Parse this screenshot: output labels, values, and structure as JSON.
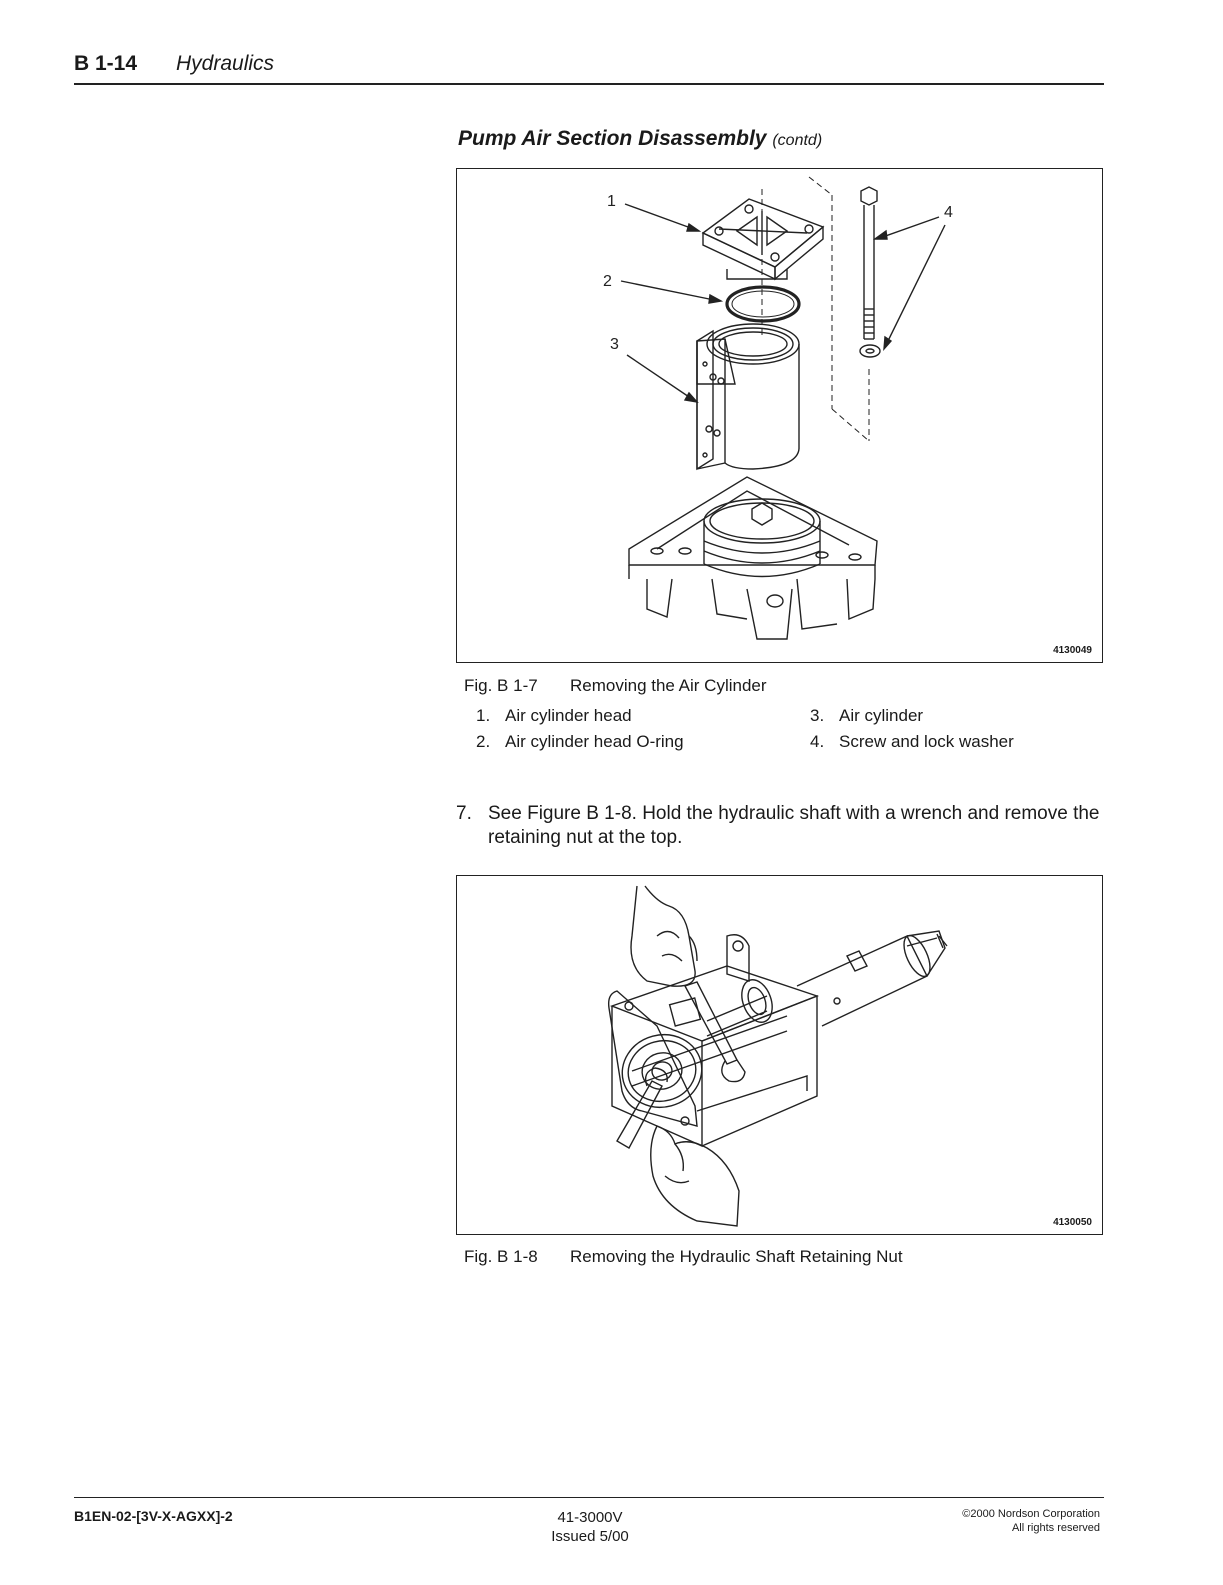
{
  "header": {
    "section": "B 1-14",
    "title": "Hydraulics"
  },
  "section_title": {
    "main": "Pump Air Section Disassembly",
    "suffix": "(contd)"
  },
  "figure1": {
    "id_code": "4130049",
    "callouts": [
      "1",
      "2",
      "3",
      "4"
    ],
    "caption_num": "Fig. B 1-7",
    "caption_text": "Removing the Air Cylinder",
    "legend": [
      {
        "num": "1.",
        "text": "Air cylinder head"
      },
      {
        "num": "2.",
        "text": "Air cylinder head O-ring"
      },
      {
        "num": "3.",
        "text": "Air cylinder"
      },
      {
        "num": "4.",
        "text": "Screw and lock washer"
      }
    ]
  },
  "step7": {
    "num": "7.",
    "text": "See Figure B 1-8. Hold the hydraulic shaft with a wrench and remove the retaining nut at the top."
  },
  "figure2": {
    "id_code": "4130050",
    "caption_num": "Fig. B 1-8",
    "caption_text": "Removing the Hydraulic Shaft Retaining Nut"
  },
  "footer": {
    "doc_code": "B1EN-02-[3V-X-AGXX]-2",
    "part_number": "41-3000V",
    "issued": "Issued 5/00",
    "copyright": "©2000 Nordson Corporation",
    "rights": "All rights reserved"
  }
}
